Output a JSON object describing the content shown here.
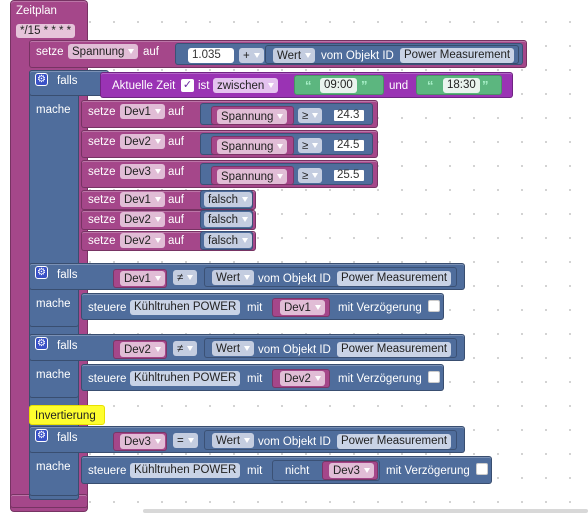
{
  "event": {
    "title": "Zeitplan",
    "cron": "*/15 * * * *"
  },
  "set_spannung": {
    "setze": "setze",
    "var": "Spannung",
    "auf": "auf",
    "num": "1.035",
    "op": "+",
    "wert": "Wert",
    "vom": "vom Objekt ID",
    "obj": "Power Measurement"
  },
  "if1": {
    "falls": "falls",
    "time_label": "Aktuelle Zeit",
    "ist": "ist",
    "cond": "zwischen",
    "t1": "09:00",
    "und": "und",
    "t2": "18:30",
    "mache": "mache"
  },
  "sets": [
    {
      "setze": "setze",
      "var": "Dev1",
      "auf": "auf",
      "cmp_var": "Spannung",
      "op": "≥",
      "val": "24.3"
    },
    {
      "setze": "setze",
      "var": "Dev2",
      "auf": "auf",
      "cmp_var": "Spannung",
      "op": "≥",
      "val": "24.5"
    },
    {
      "setze": "setze",
      "var": "Dev3",
      "auf": "auf",
      "cmp_var": "Spannung",
      "op": "≥",
      "val": "25.5"
    }
  ],
  "falsch_sets": [
    {
      "setze": "setze",
      "var": "Dev1",
      "auf": "auf",
      "val": "falsch"
    },
    {
      "setze": "setze",
      "var": "Dev2",
      "auf": "auf",
      "val": "falsch"
    },
    {
      "setze": "setze",
      "var": "Dev2",
      "auf": "auf",
      "val": "falsch"
    }
  ],
  "ifs": [
    {
      "falls": "falls",
      "var": "Dev1",
      "op": "≠",
      "wert": "Wert",
      "vom": "vom Objekt ID",
      "obj": "Power Measurement",
      "mache": "mache",
      "steuere": "steuere",
      "target": "Kühltruhen POWER",
      "mit": "mit",
      "nicht": "",
      "arg": "Dev1",
      "delay": "mit Verzögerung"
    },
    {
      "falls": "falls",
      "var": "Dev2",
      "op": "≠",
      "wert": "Wert",
      "vom": "vom Objekt ID",
      "obj": "Power Measurement",
      "mache": "mache",
      "steuere": "steuere",
      "target": "Kühltruhen POWER",
      "mit": "mit",
      "nicht": "",
      "arg": "Dev2",
      "delay": "mit Verzögerung"
    },
    {
      "falls": "falls",
      "var": "Dev3",
      "op": "=",
      "wert": "Wert",
      "vom": "vom Objekt ID",
      "obj": "Power Measurement",
      "mache": "mache",
      "steuere": "steuere",
      "target": "Kühltruhen POWER",
      "mit": "mit",
      "nicht": "nicht",
      "arg": "Dev3",
      "delay": "mit Verzögerung"
    }
  ],
  "comment": "Invertierung",
  "colors": {
    "event": "#a5478a",
    "logic": "#4f6d9c",
    "time": "#9a33b4",
    "comment": "#fefe2f"
  }
}
